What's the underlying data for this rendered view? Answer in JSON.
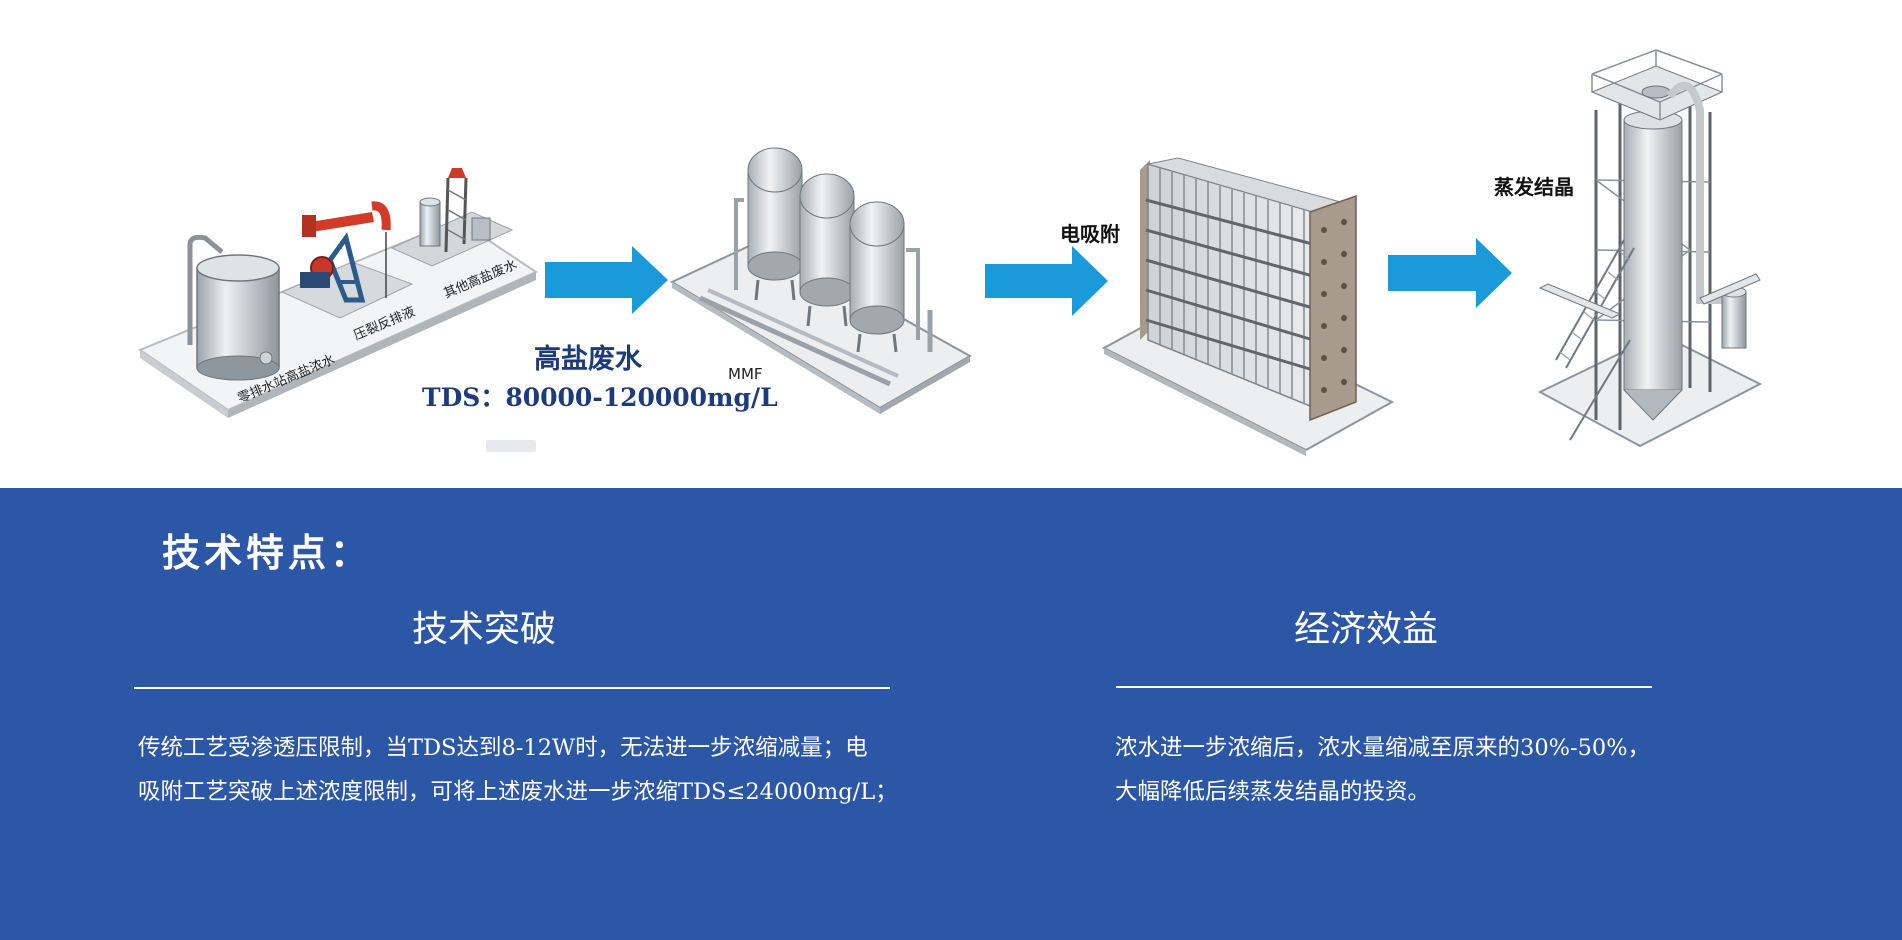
{
  "diagram": {
    "source_labels": [
      "零排水站高盐浓水",
      "压裂反排液",
      "其他高盐废水"
    ],
    "feed_label": "高盐废水",
    "tds_label": "TDS：80000-120000mg/L",
    "mmf_label": "MMF",
    "electro_label": "电吸附",
    "evap_label": "蒸发结晶",
    "arrow_color": "#1a9ad9"
  },
  "features": {
    "heading": "技术特点：",
    "left": {
      "title": "技术突破",
      "lines": [
        "传统工艺受渗透压限制，当TDS达到8-12W时，无法进一步浓缩减量；电",
        "吸附工艺突破上述浓度限制，可将上述废水进一步浓缩TDS≤24000mg/L；"
      ]
    },
    "right": {
      "title": "经济效益",
      "lines": [
        "浓水进一步浓缩后，浓水量缩减至原来的30%-50%，",
        "大幅降低后续蒸发结晶的投资。"
      ]
    }
  },
  "colors": {
    "panel_bg": "#2c57a7",
    "title_navy": "#1d3a7a"
  }
}
